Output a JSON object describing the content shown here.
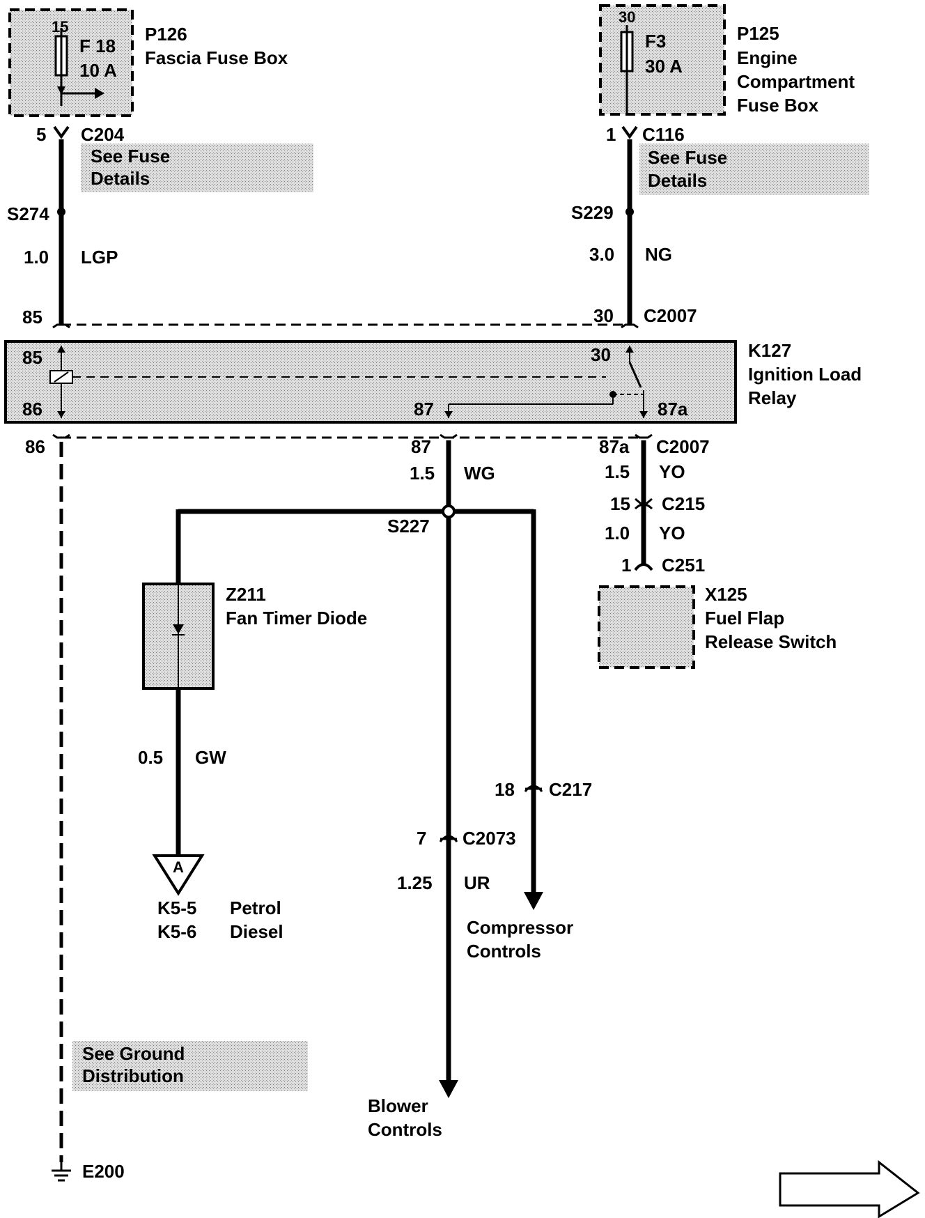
{
  "fuse_box_p126": {
    "id": "P126",
    "name": "Fascia Fuse Box",
    "fuse_top_pin": "15",
    "fuse_name": "F 18",
    "fuse_rating": "10 A"
  },
  "fuse_box_p125": {
    "id": "P125",
    "name_line1": "Engine",
    "name_line2": "Compartment",
    "name_line3": "Fuse Box",
    "fuse_top_pin": "30",
    "fuse_name": "F3",
    "fuse_rating": "30 A"
  },
  "left_feed": {
    "pin": "5",
    "connector": "C204",
    "note_line1": "See Fuse",
    "note_line2": "Details",
    "splice": "S274",
    "wire_size": "1.0",
    "wire_color": "LGP",
    "relay_pin": "85"
  },
  "right_feed": {
    "pin": "1",
    "connector": "C116",
    "note_line1": "See Fuse",
    "note_line2": "Details",
    "splice": "S229",
    "wire_size": "3.0",
    "wire_color": "NG",
    "relay_pin": "30",
    "relay_connector": "C2007"
  },
  "relay_k127": {
    "id": "K127",
    "name_line1": "Ignition Load",
    "name_line2": "Relay",
    "pin_85": "85",
    "pin_86": "86",
    "pin_30": "30",
    "pin_87": "87",
    "pin_87a": "87a"
  },
  "relay_outputs": {
    "pin_86": "86",
    "pin_87": "87",
    "pin_87a": "87a",
    "connector": "C2007",
    "wire87_size": "1.5",
    "wire87_color": "WG",
    "wire87a_size": "1.5",
    "wire87a_color": "YO"
  },
  "fuel_flap_branch": {
    "c215_pin": "15",
    "c215": "C215",
    "wire_size": "1.0",
    "wire_color": "YO",
    "c251_pin": "1",
    "c251": "C251",
    "switch_id": "X125",
    "switch_name_line1": "Fuel Flap",
    "switch_name_line2": "Release Switch"
  },
  "splice_s227": "S227",
  "diode_z211": {
    "id": "Z211",
    "name": "Fan Timer Diode",
    "wire_size": "0.5",
    "wire_color": "GW",
    "ref_letter": "A",
    "ref1_code": "K5-5",
    "ref1_label": "Petrol",
    "ref2_code": "K5-6",
    "ref2_label": "Diesel"
  },
  "compressor_branch": {
    "pin": "18",
    "connector": "C217",
    "label_line1": "Compressor",
    "label_line2": "Controls"
  },
  "blower_branch": {
    "pin": "7",
    "connector": "C2073",
    "wire_size": "1.25",
    "wire_color": "UR",
    "label_line1": "Blower",
    "label_line2": "Controls"
  },
  "ground": {
    "note_line1": "See Ground",
    "note_line2": "Distribution",
    "ground_id": "E200"
  },
  "continue_arrow": "right-arrow-icon"
}
